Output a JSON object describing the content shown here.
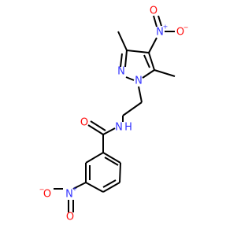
{
  "molecule": {
    "atom_labels": {
      "pyrazole_n2": "N",
      "pyrazole_n1": "N",
      "nitro4_n": "N",
      "nitro4_o_top": "O",
      "nitro4_o_right": "O",
      "amide_nh": "N",
      "amide_nh_h": "H",
      "carbonyl_o": "O",
      "nitro3_n": "N",
      "nitro3_o_left": "O",
      "nitro3_o_bottom": "O"
    },
    "charges": {
      "nitro4_n": "+",
      "nitro4_o_right": "−",
      "nitro3_n": "+",
      "nitro3_o_left": "−"
    },
    "colors": {
      "carbon": "#000000",
      "nitrogen": "#3333ff",
      "oxygen": "#ff0d0d"
    }
  }
}
